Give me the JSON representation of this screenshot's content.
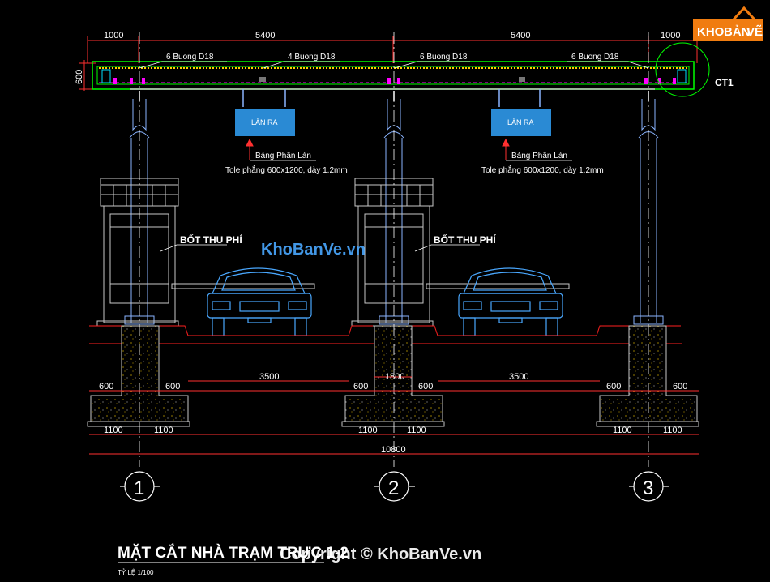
{
  "logo": {
    "text_a": "KHO",
    "text_b": "BẢN",
    "text_c": "VẼ"
  },
  "watermark_mid": "KhoBanVe.vn",
  "copyright": "Copyright © KhoBanVe.vn",
  "top_dims": [
    "1000",
    "5400",
    "5400",
    "1000"
  ],
  "left_dim": "600",
  "rebar": [
    "6 Buong D18",
    "4 Buong D18",
    "6 Buong D18",
    "6 Buong D18"
  ],
  "detail_tag": "CT1",
  "sign_text": "LÀN RA",
  "sign_title": "Bảng Phân Làn",
  "sign_spec": "Tole phẳng 600x1200, dày 1.2mm",
  "booth_label": "BỐT THU PHÍ",
  "bottom_dims": {
    "d600": "600",
    "d1800": "1800",
    "d3500": "3500",
    "d1100": "1100",
    "total": "10800"
  },
  "axes": [
    "1",
    "2",
    "3"
  ],
  "title": "MẶT CẮT NHÀ TRẠM TRỰC 1-2",
  "scale": "TỶ LỆ 1/100",
  "colors": {
    "beam": "#00ff00",
    "column": "#8ab4ff",
    "red": "#ff2020",
    "sign": "#2a8ad4",
    "magenta": "#ff00ff",
    "yellow": "#ffd200",
    "cyan": "#00e0ff"
  }
}
